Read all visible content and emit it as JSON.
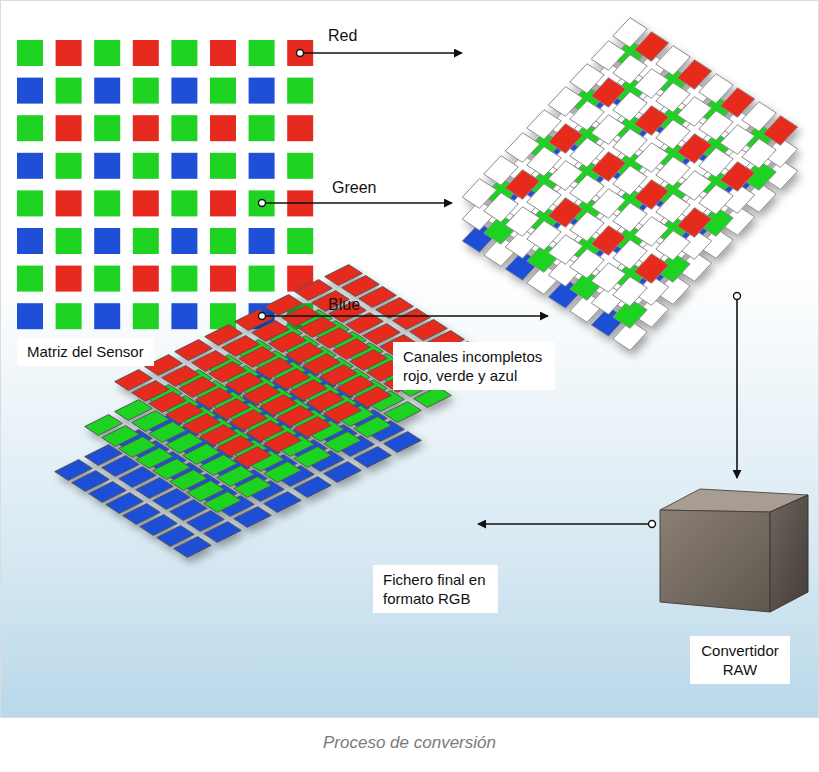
{
  "diagram": {
    "caption": "Proceso de conversión",
    "nodes": [
      {
        "text": [
          "Matriz del Sensor"
        ]
      },
      {
        "text": [
          "Canales incompletos rojo, verde y azul"
        ]
      },
      {
        "text": [
          "Convertidor RAW"
        ]
      },
      {
        "text": [
          "Fichero final en formato RGB"
        ]
      }
    ],
    "edges": [
      {
        "from": 0,
        "to": 1,
        "label": "Red",
        "arrow": "to"
      },
      {
        "from": 0,
        "to": 1,
        "label": "Green",
        "arrow": "to"
      },
      {
        "from": 0,
        "to": 1,
        "label": "Blue",
        "arrow": "to"
      },
      {
        "from": 1,
        "to": 2,
        "arrow": "to"
      },
      {
        "from": 2,
        "to": 3,
        "arrow": "to"
      }
    ]
  }
}
